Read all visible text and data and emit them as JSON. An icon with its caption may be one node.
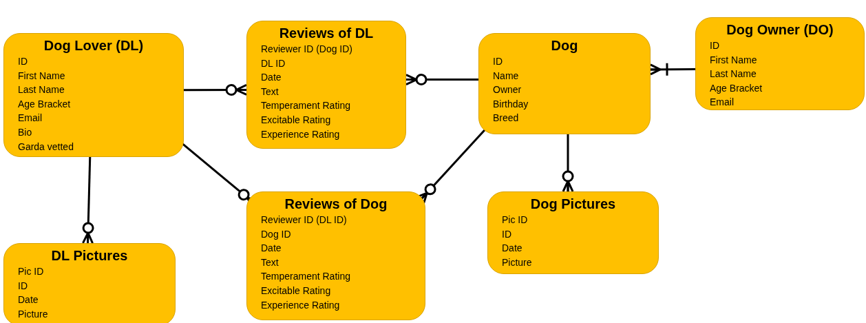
{
  "diagram": {
    "nodes": [
      {
        "text": [
          "Dog Lover (DL)",
          "ID",
          "First Name",
          "Last Name",
          "Age Bracket",
          "Email",
          "Bio",
          "Garda vetted"
        ]
      },
      {
        "text": [
          "Reviews of DL",
          "Reviewer ID (Dog ID)",
          "DL ID",
          "Date",
          "Text",
          "Temperament Rating",
          "Excitable Rating",
          "Experience Rating"
        ]
      },
      {
        "text": [
          "Dog",
          "ID",
          "Name",
          "Owner",
          "Birthday",
          "Breed"
        ]
      },
      {
        "text": [
          "Dog Owner (DO)",
          "ID",
          "First Name",
          "Last Name",
          "Age Bracket",
          "Email"
        ]
      },
      {
        "text": [
          "DL Pictures",
          "Pic ID",
          "ID",
          "Date",
          "Picture"
        ]
      },
      {
        "text": [
          "Reviews of Dog",
          "Reviewer ID (DL ID)",
          "Dog ID",
          "Date",
          "Text",
          "Temperament Rating",
          "Excitable Rating",
          "Experience Rating"
        ]
      },
      {
        "text": [
          "Dog Pictures",
          "Pic ID",
          "ID",
          "Date",
          "Picture"
        ]
      }
    ],
    "edges": [
      {
        "from": 0,
        "to": 1,
        "arrow": "other"
      },
      {
        "from": 2,
        "to": 1,
        "arrow": "other"
      },
      {
        "from": 3,
        "to": 2,
        "arrow": "other"
      },
      {
        "from": 0,
        "to": 4,
        "arrow": "other"
      },
      {
        "from": 0,
        "to": 5,
        "arrow": "other"
      },
      {
        "from": 2,
        "to": 5,
        "arrow": "other"
      },
      {
        "from": 2,
        "to": 6,
        "arrow": "other"
      }
    ]
  }
}
